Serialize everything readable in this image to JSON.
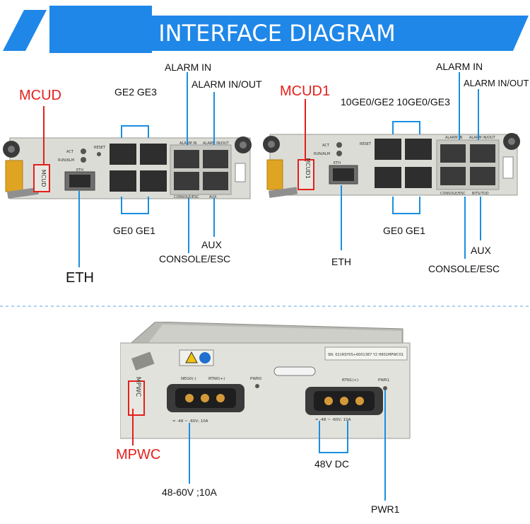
{
  "header": {
    "title": "INTERFACE DIAGRAM"
  },
  "board1": {
    "name": "MCUD",
    "silk": "MCUD",
    "ge_top": "GE2  GE3",
    "ge_bottom": "GE0  GE1",
    "alarm_in": "ALARM IN",
    "alarm_inout": "ALARM IN/OUT",
    "aux": "AUX",
    "console": "CONSOLE/ESC",
    "eth": "ETH",
    "panel": {
      "act": "ACT",
      "run": "RUN/ALM",
      "reset": "RESET",
      "eth": "ETH",
      "alarm_in": "ALARM IN",
      "alarm_inout": "ALARM IN/OUT",
      "console": "CONSOLE/ESC",
      "aux": "AUX"
    }
  },
  "board2": {
    "name": "MCUD1",
    "silk": "MCUD1",
    "ge_top": "10GE0/GE2  10GE0/GE3",
    "ge_bottom": "GE0  GE1",
    "alarm_in": "ALARM IN",
    "alarm_inout": "ALARM IN/OUT",
    "aux": "AUX",
    "console": "CONSOLE/ESC",
    "eth": "ETH",
    "panel": {
      "act": "ACT",
      "run": "RUN/ALM",
      "reset": "RESET",
      "eth": "ETH",
      "alarm_in": "ALARM IN",
      "alarm_inout": "ALARM IN/OUT",
      "console": "CONSOLE/ESC",
      "bits": "BITS/TOD"
    }
  },
  "board3": {
    "name": "MPWC",
    "silk": "MPWC",
    "voltage": "48V  DC",
    "rating": "48-60V ;10A",
    "pwr1": "PWR1",
    "panel": {
      "neg": "NEG0(-)",
      "rtn0": "RTN0(+)",
      "pwr0": "PWR0",
      "rtn1": "RTN1(+)",
      "pwr1": "PWR1",
      "rating_left": "= -48 ~ -60V; 10A",
      "rating_right": "= -48 ~ -60V; 10A",
      "serial": "SN: 021RSY0S+6001387  Y2  H801MPWC01"
    }
  },
  "colors": {
    "banner": "#1f87e8",
    "callout": "#e3201b",
    "line": "#1a8fe0"
  }
}
